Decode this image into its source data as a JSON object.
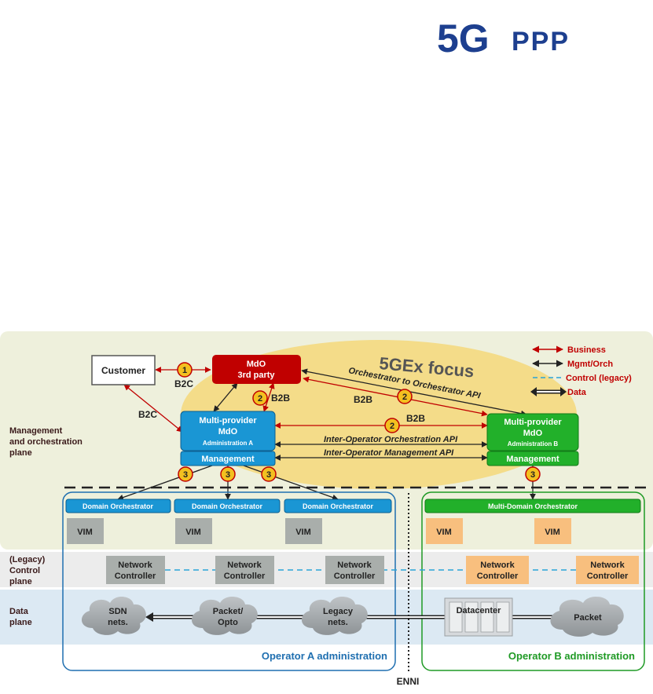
{
  "logo": {
    "text_5g": "5G",
    "text_ppp": "PPP",
    "brand_color": "#1d3f8f"
  },
  "focus_label": "5GEx focus",
  "legend": {
    "items": [
      {
        "label": "Business",
        "color": "#c00000"
      },
      {
        "label": "Mgmt/Orch",
        "color": "#222222"
      },
      {
        "label": "Control (legacy)",
        "color": "#c00000"
      },
      {
        "label": "Data",
        "color": "#c00000"
      }
    ]
  },
  "planes": {
    "management": [
      "Management",
      "and orchestration",
      "plane"
    ],
    "control": [
      "(Legacy)",
      "Control",
      "plane"
    ],
    "data": [
      "Data",
      "plane"
    ]
  },
  "nodes": {
    "customer": "Customer",
    "mdo_third_party": [
      "MdO",
      "3rd party"
    ],
    "mp_mdo_a": [
      "Multi-provider",
      "MdO"
    ],
    "mp_mdo_a_sub": "Administration A",
    "mp_mdo_b": [
      "Multi-provider",
      "MdO"
    ],
    "mp_mdo_b_sub": "Administration B",
    "management": "Management",
    "domain_orchestrator": "Domain Orchestrator",
    "multi_domain_orchestrator": "Multi-Domain Orchestrator",
    "vim": "VIM",
    "network_controller": [
      "Network",
      "Controller"
    ],
    "sdn": [
      "SDN",
      "nets."
    ],
    "packet_opto": [
      "Packet/",
      "Opto"
    ],
    "legacy": [
      "Legacy",
      "nets."
    ],
    "datacenter": "Datacenter",
    "packet": "Packet"
  },
  "links": {
    "b2c": "B2C",
    "b2b": "B2B",
    "o2o_api": "Orchestrator to Orchestrator API",
    "inter_orch_api": "Inter-Operator Orchestration API",
    "inter_mgmt_api": "Inter-Operator Management API"
  },
  "badges": {
    "one": "1",
    "two": "2",
    "three": "3"
  },
  "admin": {
    "a": "Operator A administration",
    "b": "Operator B administration"
  },
  "enni": "ENNI"
}
